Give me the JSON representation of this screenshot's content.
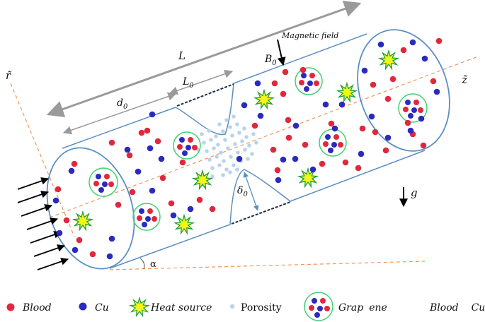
{
  "labels": {
    "L": "L",
    "L0": "L",
    "L0_sub": "0",
    "d0": "d",
    "d0_sub": "0",
    "B0": "B",
    "B0_sub": "0",
    "magnetic_field": "Magnetic field",
    "r_axis": "r̃",
    "z_axis": "z̃",
    "delta0": "δ",
    "delta0_sub": "0",
    "gravity": "g",
    "alpha": "α"
  },
  "legend": {
    "blood": "Blood",
    "cu": "Cu",
    "heat_source": "Heat source",
    "porosity": "Porosity",
    "graphene_a": "Grap",
    "graphene_b": "ene",
    "blood2": "Blood",
    "cu2": "Cu"
  },
  "colors": {
    "blood": "#e0283c",
    "cu": "#2a2abf",
    "heat_fill": "#f5f51a",
    "heat_stroke": "#1f9e3a",
    "porosity": "#b9d3ea",
    "graphene_ring": "#3fd26f",
    "tube": "#5b8fc1",
    "axis": "#f0955b",
    "arrow_grey": "#9a9a9a"
  }
}
